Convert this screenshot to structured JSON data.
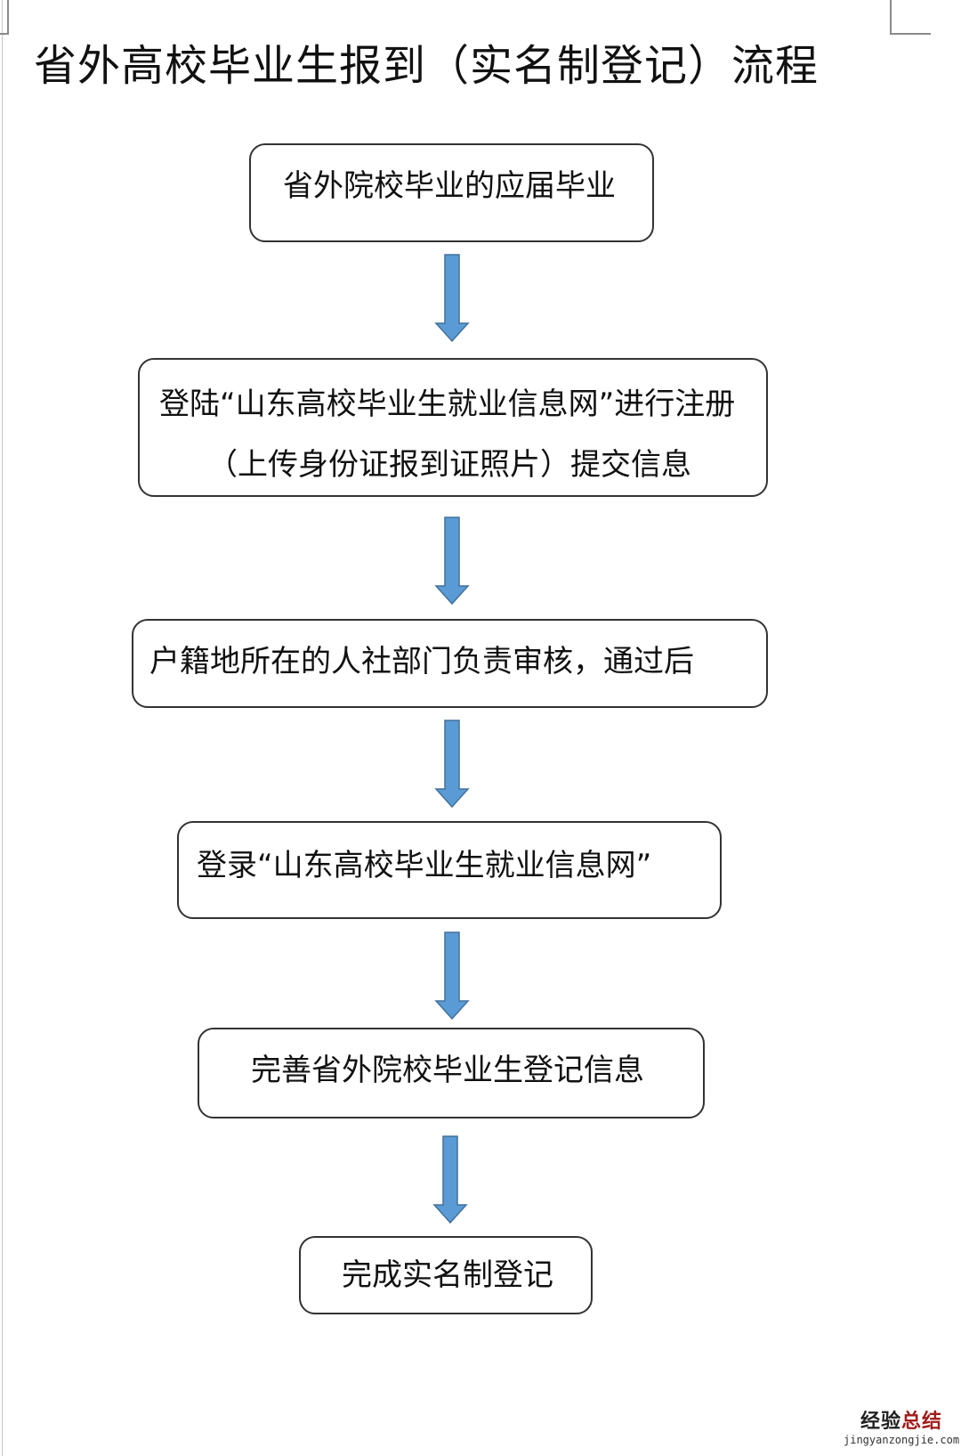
{
  "title": "省外高校毕业生报到（实名制登记）流程",
  "steps": [
    {
      "lines": [
        "省外院校毕业的应届毕业"
      ]
    },
    {
      "lines": [
        "登陆“山东高校毕业生就业信息网”进行注册",
        "（上传身份证报到证照片）提交信息"
      ]
    },
    {
      "lines": [
        "户籍地所在的人社部门负责审核，通过后"
      ]
    },
    {
      "lines": [
        "登录“山东高校毕业生就业信息网”"
      ]
    },
    {
      "lines": [
        "完善省外院校毕业生登记信息"
      ]
    },
    {
      "lines": [
        "完成实名制登记"
      ]
    }
  ],
  "arrow_color": "#5b9bd5",
  "arrow_stroke": "#41719c",
  "watermark": {
    "cn_dark": "经验",
    "cn_red": "总结",
    "url": "jingyanzongjie.com",
    "red_color": "#a11d1d"
  }
}
